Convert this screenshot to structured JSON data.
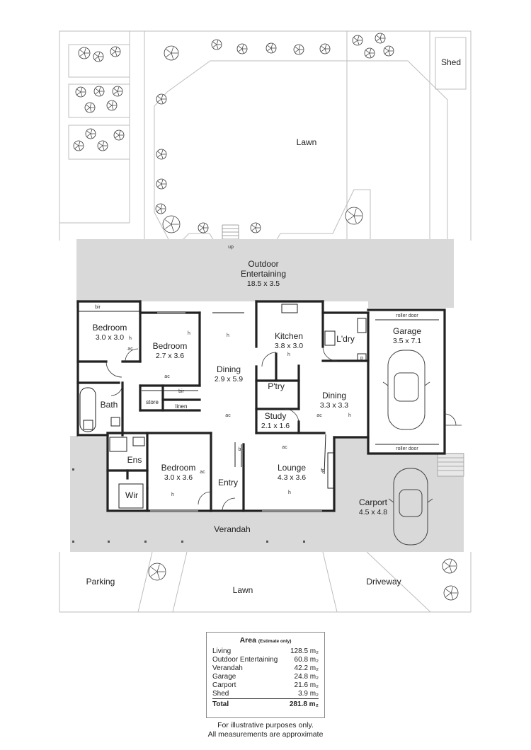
{
  "site": {
    "shed": "Shed",
    "lawn_rear": "Lawn",
    "lawn_front": "Lawn",
    "parking": "Parking",
    "driveway": "Driveway",
    "steps_up": "up"
  },
  "rooms": {
    "outdoor": {
      "name": "Outdoor\nEntertaining",
      "dim": "18.5 x 3.5"
    },
    "bedroom1": {
      "name": "Bedroom",
      "dim": "3.0 x 3.0"
    },
    "bedroom2": {
      "name": "Bedroom",
      "dim": "2.7 x 3.6"
    },
    "dining1": {
      "name": "Dining",
      "dim": "2.9 x 5.9"
    },
    "kitchen": {
      "name": "Kitchen",
      "dim": "3.8 x 3.0"
    },
    "laundry": {
      "name": "L'dry"
    },
    "garage": {
      "name": "Garage",
      "dim": "3.5 x 7.1"
    },
    "bath": {
      "name": "Bath"
    },
    "store": {
      "name": "store"
    },
    "linen": {
      "name": "linen"
    },
    "pantry": {
      "name": "P'try"
    },
    "dining2": {
      "name": "Dining",
      "dim": "3.3 x 3.3"
    },
    "study": {
      "name": "Study",
      "dim": "2.1 x 1.6"
    },
    "ensuite": {
      "name": "Ens"
    },
    "bedroom3": {
      "name": "Bedroom",
      "dim": "3.0 x 3.6"
    },
    "wir": {
      "name": "Wir"
    },
    "entry": {
      "name": "Entry"
    },
    "lounge": {
      "name": "Lounge",
      "dim": "4.3 x 3.6"
    },
    "carport": {
      "name": "Carport",
      "dim": "4.5 x 4.8"
    },
    "verandah": {
      "name": "Verandah"
    }
  },
  "fixtures": {
    "bir": "bir",
    "bic": "bic",
    "roller_door": "roller door",
    "h": "h",
    "ac": "ac",
    "fp": "fp",
    "p": "p"
  },
  "area": {
    "title": "Area",
    "note": "(Estimate only)",
    "rows": [
      {
        "label": "Living",
        "value": "128.5 m₂"
      },
      {
        "label": "Outdoor Entertaining",
        "value": "60.8 m₂"
      },
      {
        "label": "Verandah",
        "value": "42.2 m₂"
      },
      {
        "label": "Garage",
        "value": "24.8 m₂"
      },
      {
        "label": "Carport",
        "value": "21.6 m₂"
      },
      {
        "label": "Shed",
        "value": "3.9 m₂"
      }
    ],
    "total": {
      "label": "Total",
      "value": "281.8 m₂"
    }
  },
  "disclaimer": {
    "line1": "For illustrative purposes only.",
    "line2": "All measurements are approximate"
  },
  "colors": {
    "wall": "#222222",
    "paved": "#d9d9d9",
    "boundary": "#bdbdbd"
  }
}
